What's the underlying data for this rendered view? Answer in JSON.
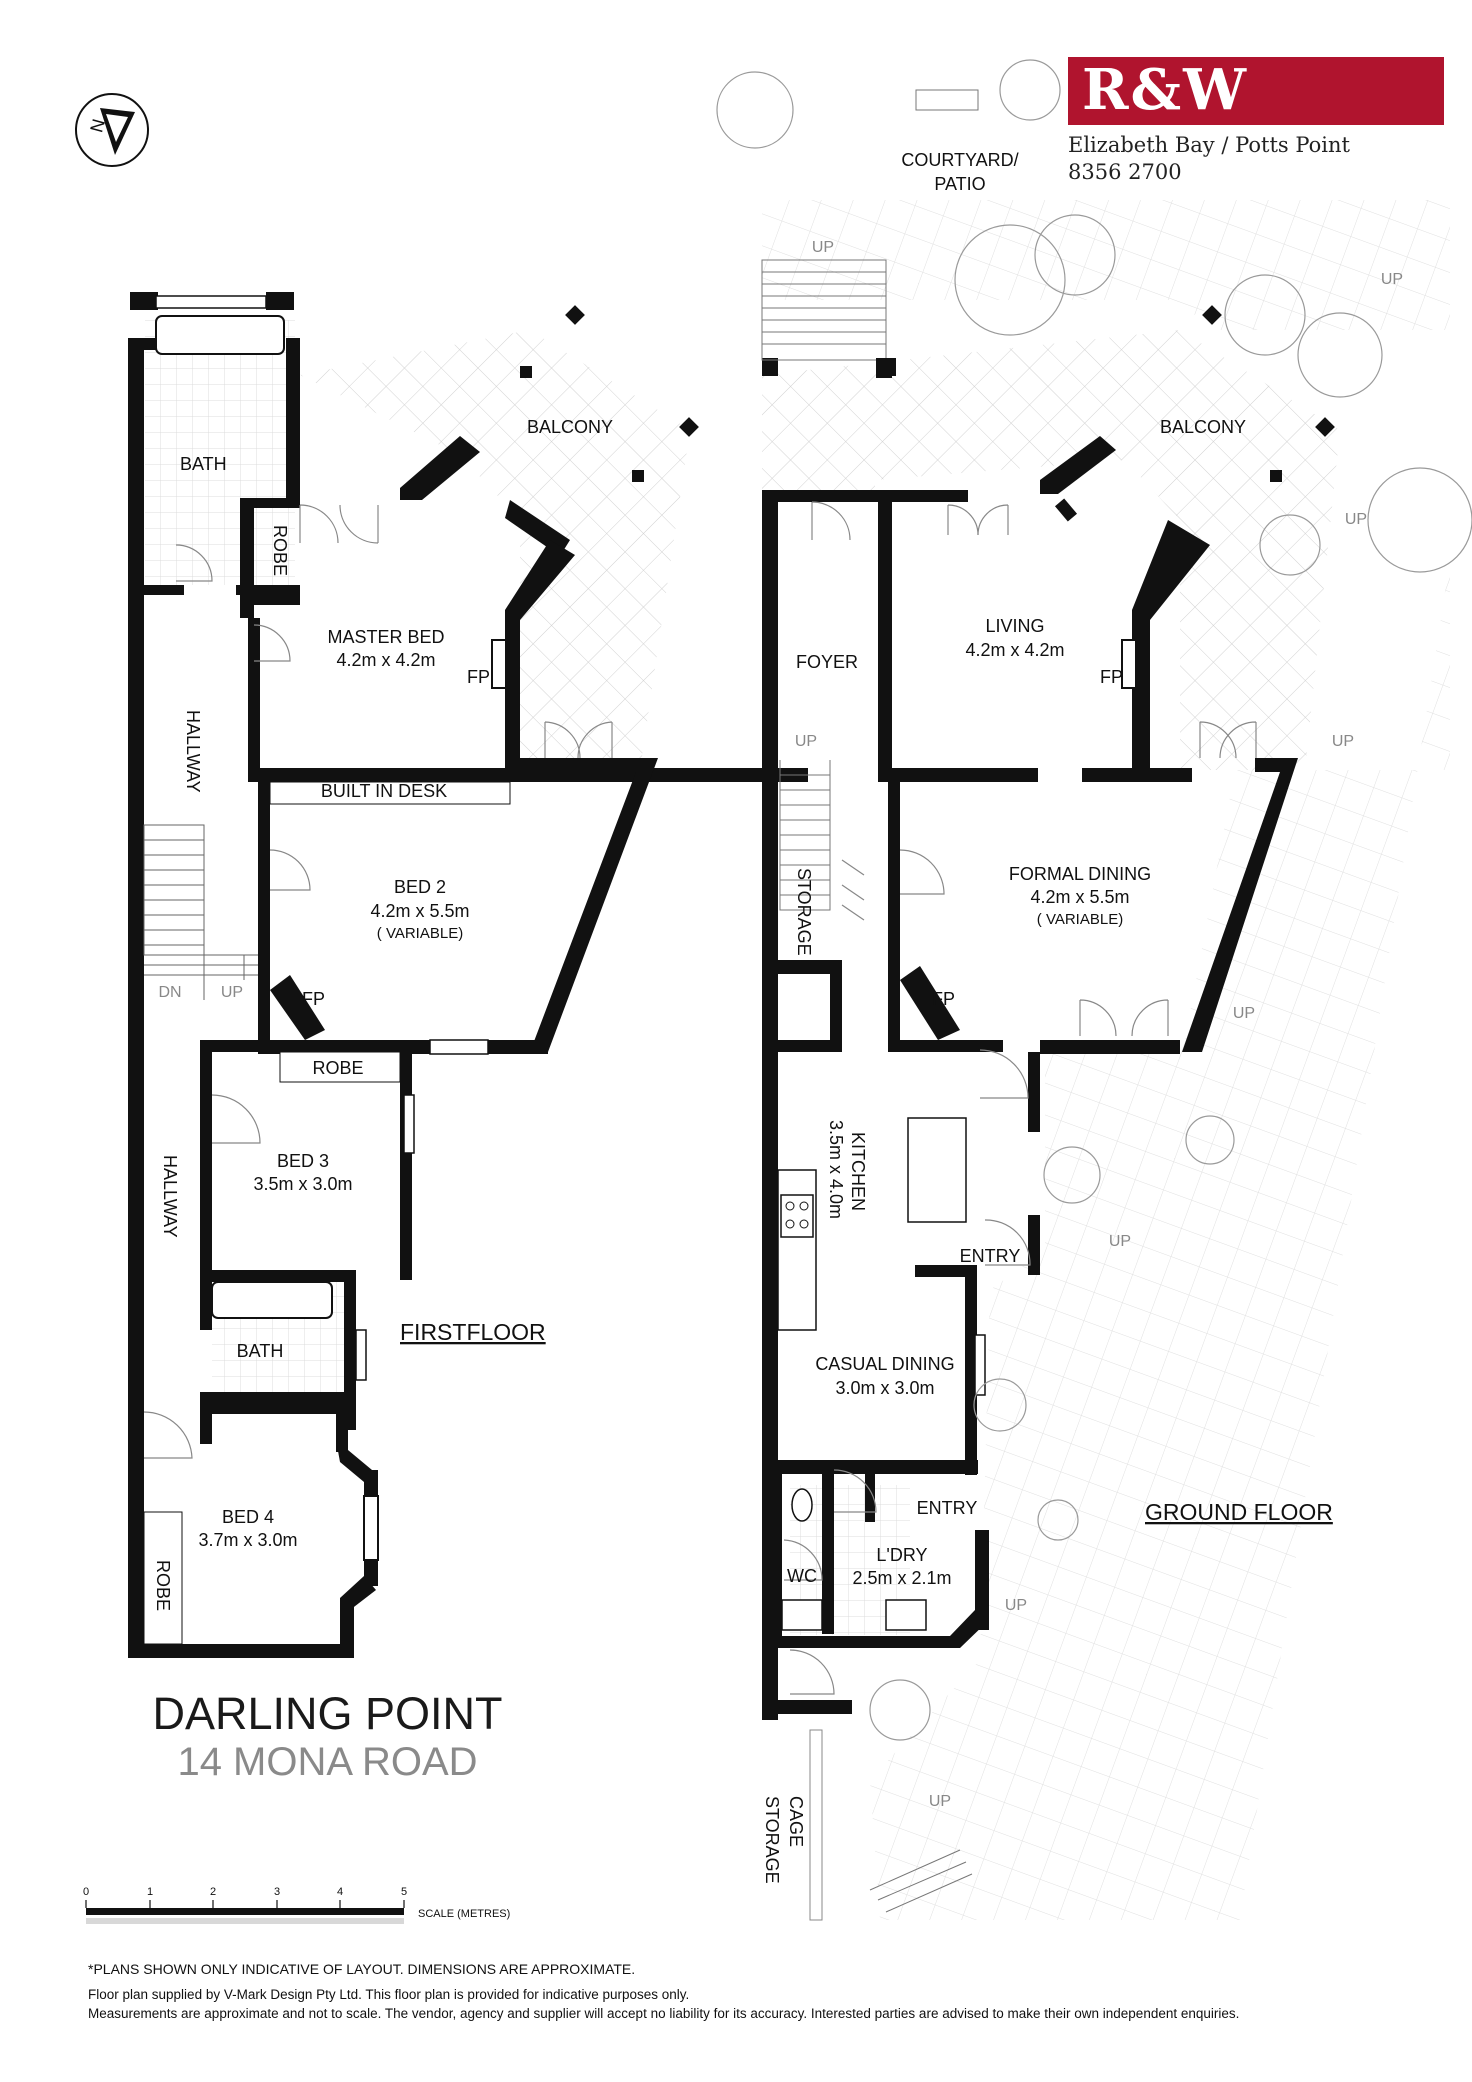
{
  "brand": {
    "logo": "R&W",
    "office": "Elizabeth Bay / Potts Point",
    "phone": "8356 2700",
    "color": "#b0142e"
  },
  "property": {
    "suburb": "DARLING POINT",
    "address": "14 MONA ROAD"
  },
  "first_floor": {
    "heading": "FIRSTFLOOR",
    "rooms": {
      "bath_top": "BATH",
      "robe_top": "ROBE",
      "master_bed": {
        "name": "MASTER BED",
        "size": "4.2m x 4.2m"
      },
      "fp_master": "FP",
      "balcony": "BALCONY",
      "hallway_top": "HALLWAY",
      "built_in_desk": "BUILT IN DESK",
      "bed2": {
        "name": "BED 2",
        "size": "4.2m x 5.5m",
        "note": "( VARIABLE)"
      },
      "dn": "DN",
      "up": "UP",
      "fp_bed2": "FP",
      "robe_bed3": "ROBE",
      "bed3": {
        "name": "BED 3",
        "size": "3.5m x 3.0m"
      },
      "hallway_bottom": "HALLWAY",
      "bath_bottom": "BATH",
      "bed4": {
        "name": "BED 4",
        "size": "3.7m x 3.0m"
      },
      "robe_bed4": "ROBE"
    }
  },
  "ground_floor": {
    "heading": "GROUND FLOOR",
    "rooms": {
      "courtyard": {
        "line1": "COURTYARD/",
        "line2": "PATIO"
      },
      "balcony": "BALCONY",
      "foyer": "FOYER",
      "living": {
        "name": "LIVING",
        "size": "4.2m x 4.2m"
      },
      "fp_living": "FP",
      "storage": "STORAGE",
      "formal_dining": {
        "name": "FORMAL DINING",
        "size": "4.2m x 5.5m",
        "note": "( VARIABLE)"
      },
      "fp_dining": "FP",
      "kitchen": {
        "name": "KITCHEN",
        "size": "3.5m x 4.0m"
      },
      "entry_side": "ENTRY",
      "casual_dining": {
        "name": "CASUAL DINING",
        "size": "3.0m x 3.0m"
      },
      "entry_rear": "ENTRY",
      "laundry": {
        "name": "L'DRY",
        "size": "2.5m x 2.1m"
      },
      "wc": "WC",
      "cage_storage": {
        "line1": "CAGE",
        "line2": "STORAGE"
      }
    },
    "up_markers": [
      "UP",
      "UP",
      "UP",
      "UP",
      "UP",
      "UP",
      "UP",
      "UP",
      "UP"
    ]
  },
  "scale": {
    "ticks": [
      "0",
      "1",
      "2",
      "3",
      "4",
      "5"
    ],
    "label": "SCALE (METRES)"
  },
  "notes": {
    "disclaimer": "*PLANS SHOWN ONLY INDICATIVE OF LAYOUT. DIMENSIONS ARE APPROXIMATE.",
    "line1": "Floor plan supplied by V-Mark Design Pty Ltd. This floor plan is provided for indicative purposes only.",
    "line2": "Measurements are approximate and not to scale. The vendor, agency and supplier will accept no liability for its accuracy. Interested parties are advised to make their own independent enquiries."
  },
  "icons": {
    "north": "north-arrow-icon"
  }
}
